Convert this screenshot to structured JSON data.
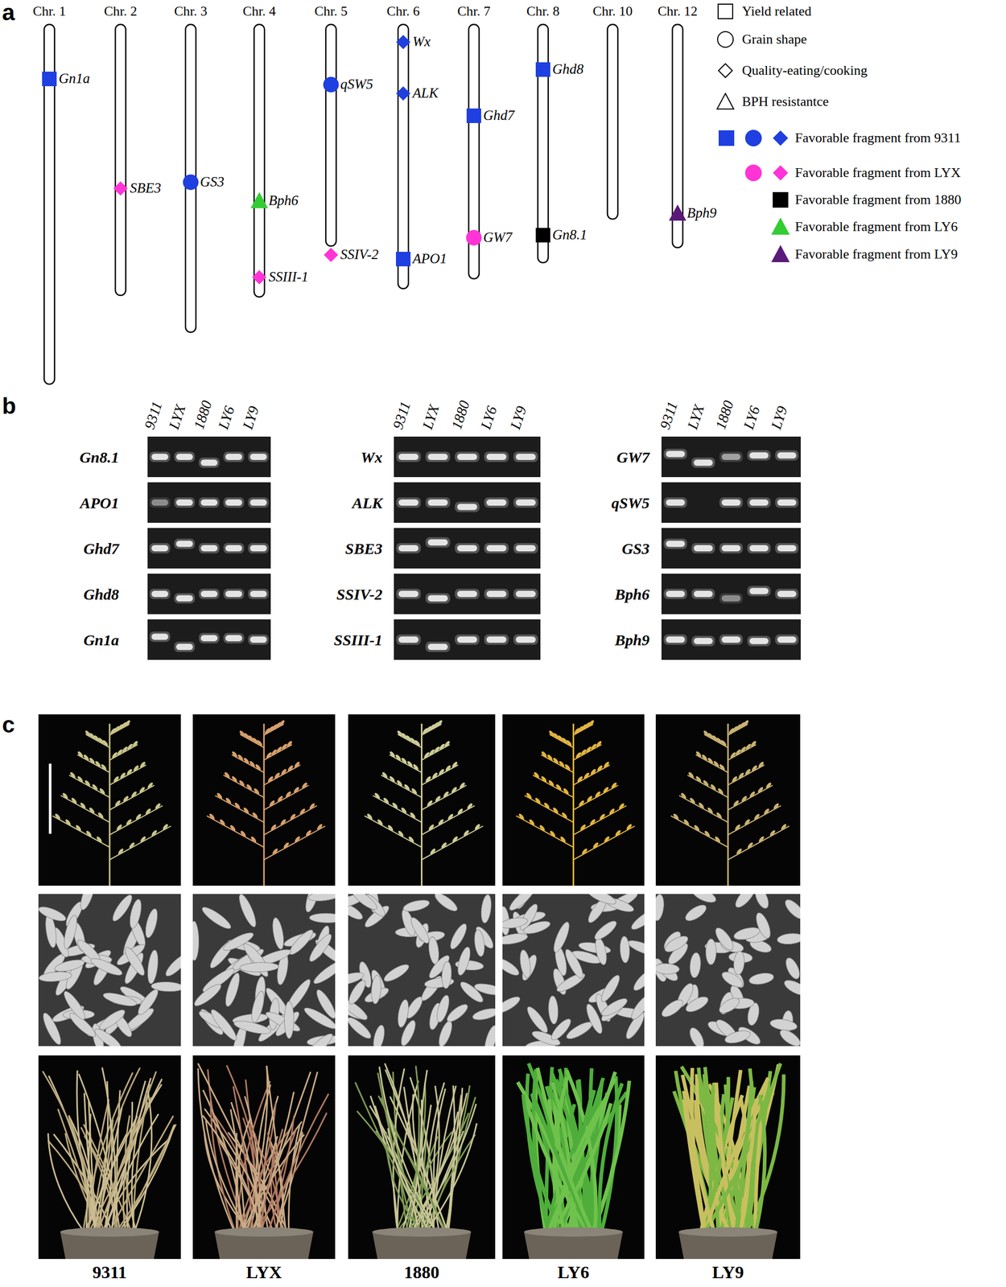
{
  "diagram": {
    "labels": [
      "a",
      "Chr. 1",
      "Chr. 2",
      "Chr. 3",
      "Chr. 4",
      "Chr. 5",
      "Chr. 6",
      "Chr. 7",
      "Chr. 8",
      "Chr. 10",
      "Chr. 12",
      "Gn1a",
      "SBE3",
      "GS3",
      "Bph6",
      "SSIII-1",
      "qSW5",
      "SSIV-2",
      "Wx",
      "ALK",
      "APO1",
      "Ghd7",
      "GW7",
      "Ghd8",
      "Gn8.1",
      "Bph9",
      "b",
      "9311",
      "LYX",
      "1880",
      "LY6",
      "LY9",
      "9311",
      "LYX",
      "1880",
      "LY6",
      "LY9",
      "9311",
      "LYX",
      "1880",
      "LY6",
      "LY9",
      "Gn8.1",
      "APO1",
      "Ghd7",
      "Ghd8",
      "Gn1a",
      "Wx",
      "ALK",
      "SBE3",
      "SSIV-2",
      "SSIII-1",
      "GW7",
      "qSW5",
      "GS3",
      "Bph6",
      "Bph9",
      "c",
      "9311",
      "LYX",
      "1880",
      "LY6",
      "LY9"
    ],
    "legend": [
      {
        "text": "Yield related"
      },
      {
        "text": "Grain shape"
      },
      {
        "text": "Quality-eating/cooking"
      },
      {
        "text": "BPH resistantce"
      },
      {
        "text": "Favorable fragment from 9311",
        "color": "#1f3fe0"
      },
      {
        "text": "Favorable fragment from LYX",
        "color": "#ff33d6"
      },
      {
        "text": "Favorable fragment from 1880",
        "color": "#000000"
      },
      {
        "text": "Favorable fragment from LY6",
        "color": "#33cc33"
      },
      {
        "text": "Favorable fragment from LY9",
        "color": "#5a1a7a"
      }
    ]
  }
}
